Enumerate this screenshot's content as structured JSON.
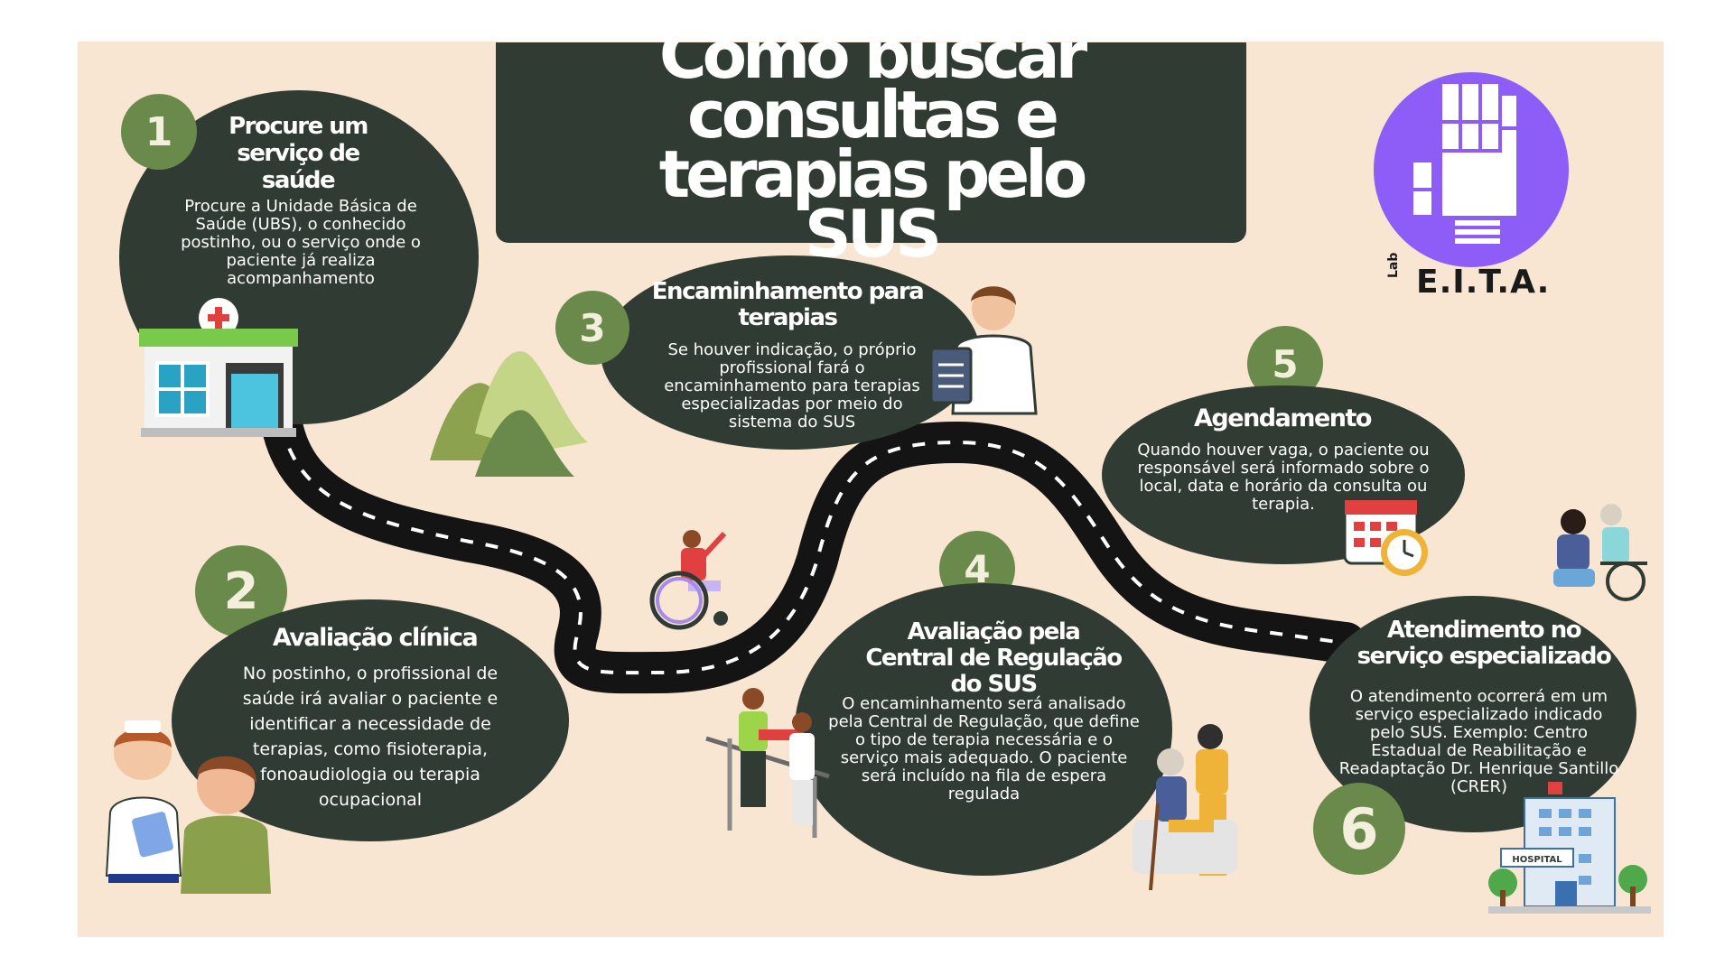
{
  "title": "Como buscar consultas e terapias pelo SUS",
  "logo": {
    "text": "E.I.T.A.",
    "prefix": "Lab"
  },
  "steps": [
    {
      "number": "1",
      "title": "Procure um serviço de saúde",
      "text": "Procure a Unidade Básica de Saúde (UBS), o conhecido postinho, ou o serviço onde o paciente já realiza acompanhamento"
    },
    {
      "number": "2",
      "title": "Avaliação clínica",
      "text": "No postinho, o profissional de saúde irá avaliar o paciente e identificar a necessidade de terapias, como fisioterapia, fonoaudiologia ou terapia ocupacional"
    },
    {
      "number": "3",
      "title": "Encaminhamento para terapias",
      "text": "Se houver indicação, o próprio profissional fará o encaminhamento para terapias especializadas por meio do sistema do SUS"
    },
    {
      "number": "4",
      "title": "Avaliação pela Central de Regulação do SUS",
      "text": "O encaminhamento será analisado pela Central de Regulação, que define o tipo de terapia necessária e o serviço mais adequado. O paciente será incluído na fila de espera regulada"
    },
    {
      "number": "5",
      "title": "Agendamento",
      "text": "Quando houver vaga, o paciente ou responsável será informado sobre o local, data e horário da consulta ou terapia."
    },
    {
      "number": "6",
      "title": "Atendimento no serviço especializado",
      "text": "O atendimento ocorrerá em um serviço especializado indicado pelo SUS. Exemplo: Centro Estadual de Reabilitação e Readaptação Dr. Henrique Santillo (CRER)"
    }
  ],
  "illustrations": {
    "hospital_sign": "HOSPITAL",
    "icons": [
      "health-unit-icon",
      "mountains-icon",
      "doctor-clipboard-icon",
      "wheelchair-user-icon",
      "calendar-clock-icon",
      "caregiver-wheelchair-icon",
      "nurse-patient-icon",
      "physiotherapy-parallel-bars-icon",
      "caregiver-elderly-icon",
      "hospital-building-icon",
      "hand-logo-icon"
    ]
  },
  "colors": {
    "background": "#f8e6d2",
    "dark": "#2f3b33",
    "green": "#6a8a4c",
    "logo_purple": "#8e5cf6",
    "road": "#111111"
  }
}
